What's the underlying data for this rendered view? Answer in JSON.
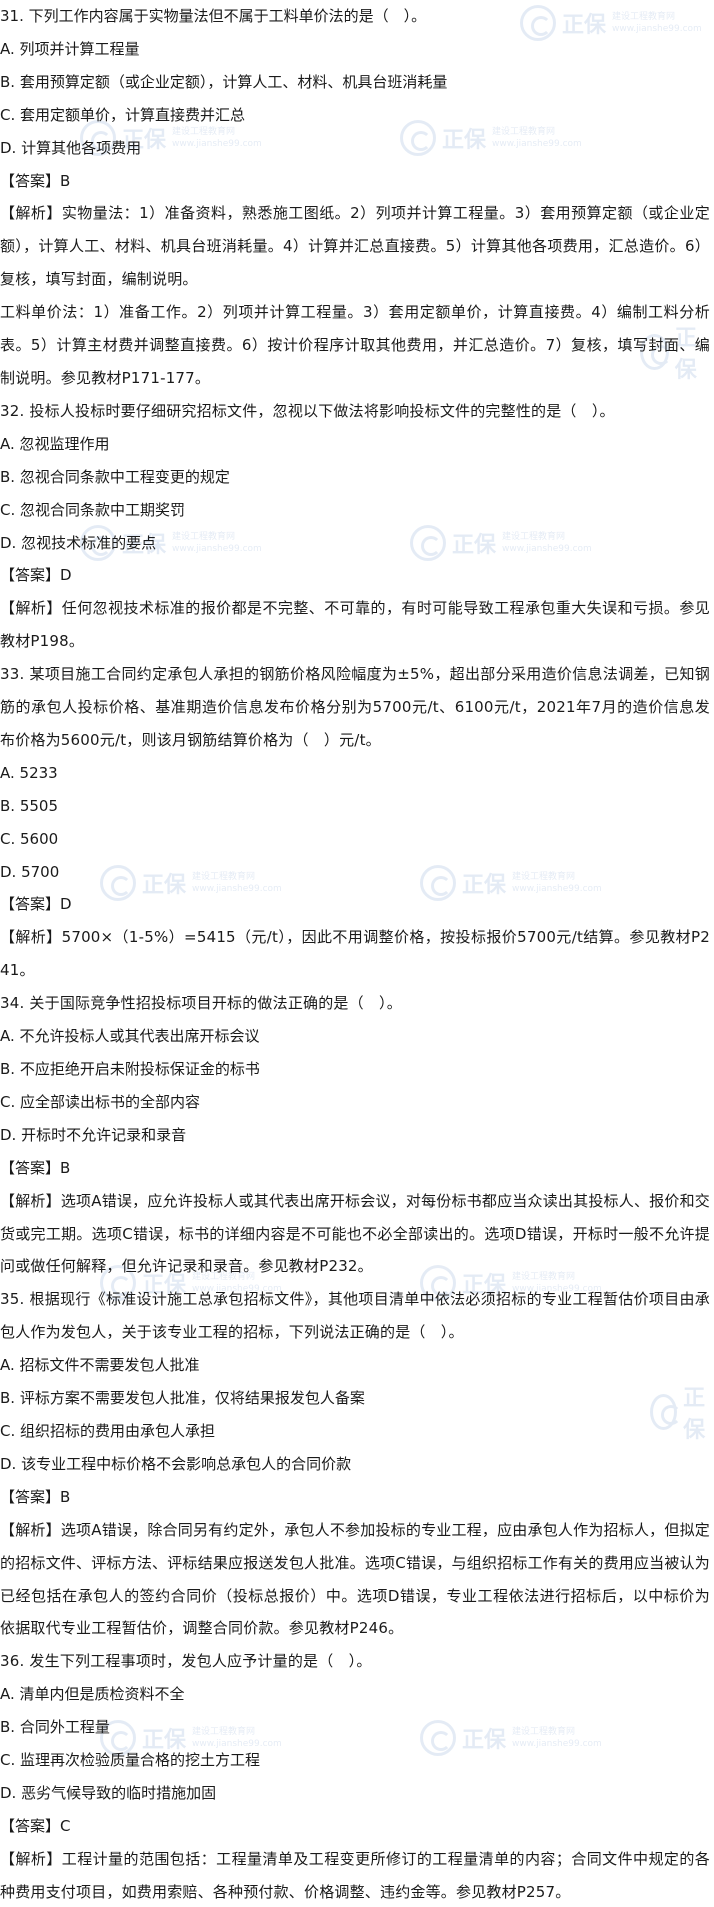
{
  "watermark": {
    "brand": "正保",
    "line1": "建设工程教育网",
    "line2": "www.jianshe99.com",
    "color": "#3a6fb5"
  },
  "questions": [
    {
      "stem_lines": [
        "31. 下列工作内容属于实物量法但不属于工料单价法的是（　）。"
      ],
      "options": [
        "A. 列项并计算工程量",
        "B. 套用预算定额（或企业定额），计算人工、材料、机具台班消耗量",
        "C. 套用定额单价，计算直接费并汇总",
        "D. 计算其他各项费用"
      ],
      "answer": "【答案】B",
      "analysis": [
        "【解析】实物量法：1）准备资料，熟悉施工图纸。2）列项并计算工程量。3）套用预算定额（或企业定额），计算人工、材料、机具台班消耗量。4）计算并汇总直接费。5）计算其他各项费用，汇总造价。6）复核，填写封面，编制说明。",
        "工料单价法：1）准备工作。2）列项并计算工程量。3）套用定额单价，计算直接费。4）编制工料分析表。5）计算主材费并调整直接费。6）按计价程序计取其他费用，并汇总造价。7）复核，填写封面、编制说明。参见教材P171-177。"
      ]
    },
    {
      "stem_lines": [
        "32. 投标人投标时要仔细研究招标文件，忽视以下做法将影响投标文件的完整性的是（　）。"
      ],
      "options": [
        "A. 忽视监理作用",
        "B. 忽视合同条款中工程变更的规定",
        "C. 忽视合同条款中工期奖罚",
        "D. 忽视技术标准的要点"
      ],
      "answer": "【答案】D",
      "analysis": [
        "【解析】任何忽视技术标准的报价都是不完整、不可靠的，有时可能导致工程承包重大失误和亏损。参见教材P198。"
      ]
    },
    {
      "stem_lines": [
        "33. 某项目施工合同约定承包人承担的钢筋价格风险幅度为±5%，超出部分采用造价信息法调差，已知钢筋的承包人投标价格、基准期造价信息发布价格分别为5700元/t、6100元/t，2021年7月的造价信息发布价格为5600元/t，则该月钢筋结算价格为（　）元/t。"
      ],
      "options": [
        "A. 5233",
        "B. 5505",
        "C. 5600",
        "D. 5700"
      ],
      "answer": "【答案】D",
      "analysis": [
        "【解析】5700×（1-5%）=5415（元/t），因此不用调整价格，按投标报价5700元/t结算。参见教材P241。"
      ]
    },
    {
      "stem_lines": [
        "34. 关于国际竞争性招投标项目开标的做法正确的是（　）。"
      ],
      "options": [
        "A. 不允许投标人或其代表出席开标会议",
        "B. 不应拒绝开启未附投标保证金的标书",
        "C. 应全部读出标书的全部内容",
        "D. 开标时不允许记录和录音"
      ],
      "answer": "【答案】B",
      "analysis": [
        "【解析】选项A错误，应允许投标人或其代表出席开标会议，对每份标书都应当众读出其投标人、报价和交货或完工期。选项C错误，标书的详细内容是不可能也不必全部读出的。选项D错误，开标时一般不允许提问或做任何解释，但允许记录和录音。参见教材P232。"
      ]
    },
    {
      "stem_lines": [
        "35. 根据现行《标准设计施工总承包招标文件》，其他项目清单中依法必须招标的专业工程暂估价项目由承包人作为发包人，关于该专业工程的招标，下列说法正确的是（　）。"
      ],
      "options": [
        "A. 招标文件不需要发包人批准",
        "B. 评标方案不需要发包人批准，仅将结果报发包人备案",
        "C. 组织招标的费用由承包人承担",
        "D. 该专业工程中标价格不会影响总承包人的合同价款"
      ],
      "answer": "【答案】B",
      "analysis": [
        "【解析】选项A错误，除合同另有约定外，承包人不参加投标的专业工程，应由承包人作为招标人，但拟定的招标文件、评标方法、评标结果应报送发包人批准。选项C错误，与组织招标工作有关的费用应当被认为已经包括在承包人的签约合同价（投标总报价）中。选项D错误，专业工程依法进行招标后，以中标价为依据取代专业工程暂估价，调整合同价款。参见教材P246。"
      ]
    },
    {
      "stem_lines": [
        "36. 发生下列工程事项时，发包人应予计量的是（　）。"
      ],
      "options": [
        "A. 清单内但是质检资料不全",
        "B. 合同外工程量",
        "C. 监理再次检验质量合格的挖土方工程",
        "D. 恶劣气候导致的临时措施加固"
      ],
      "answer": "【答案】C",
      "analysis": [
        "【解析】工程计量的范围包括：工程量清单及工程变更所修订的工程量清单的内容；合同文件中规定的各种费用支付项目，如费用索赔、各种预付款、价格调整、违约金等。参见教材P257。"
      ]
    }
  ]
}
